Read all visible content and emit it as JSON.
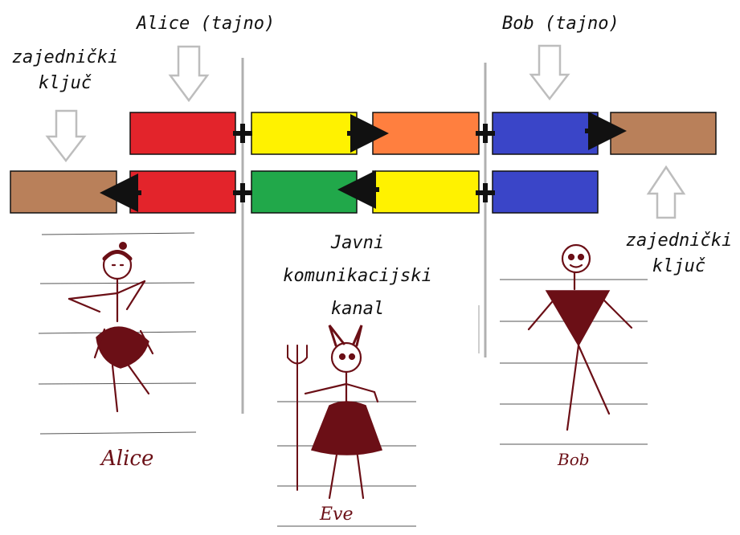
{
  "labels": {
    "alice_secret": "Alice (tajno)",
    "bob_secret": "Bob (tajno)",
    "shared_key_left_line1": "zajednički",
    "shared_key_left_line2": "ključ",
    "shared_key_right_line1": "zajednički",
    "shared_key_right_line2": "ključ",
    "public_channel_line1": "Javni",
    "public_channel_line2": "komunikacijski",
    "public_channel_line3": "kanal"
  },
  "signatures": {
    "alice": "Alice",
    "eve": "Eve",
    "bob": "Bob"
  },
  "colors": {
    "red": "#e3242b",
    "yellow": "#fff200",
    "orange": "#ff7f3f",
    "blue": "#3a45c8",
    "brown": "#b9805a",
    "green": "#21a84a",
    "ink": "#6b0f16",
    "divider": "#b0b0b0",
    "arrow_outline": "#bdbdbd"
  }
}
